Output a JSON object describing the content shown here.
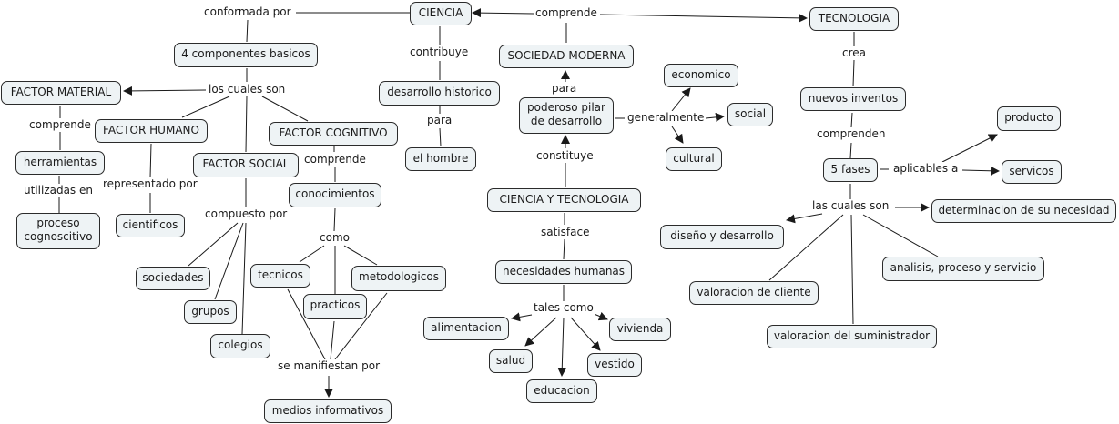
{
  "concepts": {
    "ciencia": "CIENCIA",
    "tecnologia": "TECNOLOGIA",
    "componentes": "4 componentes basicos",
    "factor_material": "FACTOR MATERIAL",
    "factor_humano": "FACTOR HUMANO",
    "factor_social": "FACTOR SOCIAL",
    "factor_cognitivo": "FACTOR COGNITIVO",
    "herramientas": "herramientas",
    "proceso_cognoscitivo": "proceso\ncognoscitivo",
    "cientificos": "cientificos",
    "sociedades": "sociedades",
    "grupos": "grupos",
    "colegios": "colegios",
    "conocimientos": "conocimientos",
    "tecnicos": "tecnicos",
    "practicos": "practicos",
    "metodologicos": "metodologicos",
    "medios_informativos": "medios informativos",
    "desarrollo_historico": "desarrollo historico",
    "el_hombre": "el hombre",
    "sociedad_moderna": "SOCIEDAD MODERNA",
    "poderoso_pilar": "poderoso pilar\nde desarrollo",
    "economico": "economico",
    "social": "social",
    "cultural": "cultural",
    "ciencia_tecnologia": "CIENCIA Y TECNOLOGIA",
    "necesidades_humanas": "necesidades humanas",
    "alimentacion": "alimentacion",
    "salud": "salud",
    "educacion": "educacion",
    "vestido": "vestido",
    "vivienda": "vivienda",
    "nuevos_inventos": "nuevos inventos",
    "cinco_fases": "5 fases",
    "producto": "producto",
    "servicos": "servicos",
    "determinacion": "determinacion de su necesidad",
    "diseno": "diseño y desarrollo",
    "analisis": "analisis, proceso y servicio",
    "valoracion_cliente": "valoracion de cliente",
    "valoracion_suministrador": "valoracion del suministrador"
  },
  "linking_phrases": {
    "conformada_por": "conformada por",
    "comprende_top": "comprende",
    "los_cuales_son": "los cuales son",
    "comprende_material": "comprende",
    "utilizadas_en": "utilizadas en",
    "representado_por": "representado por",
    "compuesto_por": "compuesto por",
    "comprende_cognitivo": "comprende",
    "como": "como",
    "se_manifiestan_por": "se manifiestan por",
    "contribuye": "contribuye",
    "para_hombre": "para",
    "para_sociedad": "para",
    "generalmente": "generalmente",
    "constituye": "constituye",
    "satisface": "satisface",
    "tales_como": "tales como",
    "crea": "crea",
    "comprenden": "comprenden",
    "aplicables_a": "aplicables a",
    "las_cuales_son": "las cuales son"
  },
  "colors": {
    "node_fill": "#eef3f5",
    "node_border": "#2b2b2b",
    "line": "#1a1a1a"
  }
}
